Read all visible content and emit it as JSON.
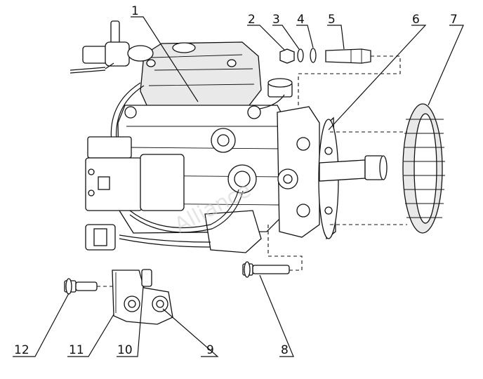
{
  "diagram": {
    "callouts": [
      {
        "id": 1,
        "label": "1"
      },
      {
        "id": 2,
        "label": "2"
      },
      {
        "id": 3,
        "label": "3"
      },
      {
        "id": 4,
        "label": "4"
      },
      {
        "id": 5,
        "label": "5"
      },
      {
        "id": 6,
        "label": "6"
      },
      {
        "id": 7,
        "label": "7"
      },
      {
        "id": 8,
        "label": "8"
      },
      {
        "id": 9,
        "label": "9"
      },
      {
        "id": 10,
        "label": "10"
      },
      {
        "id": 11,
        "label": "11"
      },
      {
        "id": 12,
        "label": "12"
      }
    ],
    "watermark": "Alliance"
  }
}
